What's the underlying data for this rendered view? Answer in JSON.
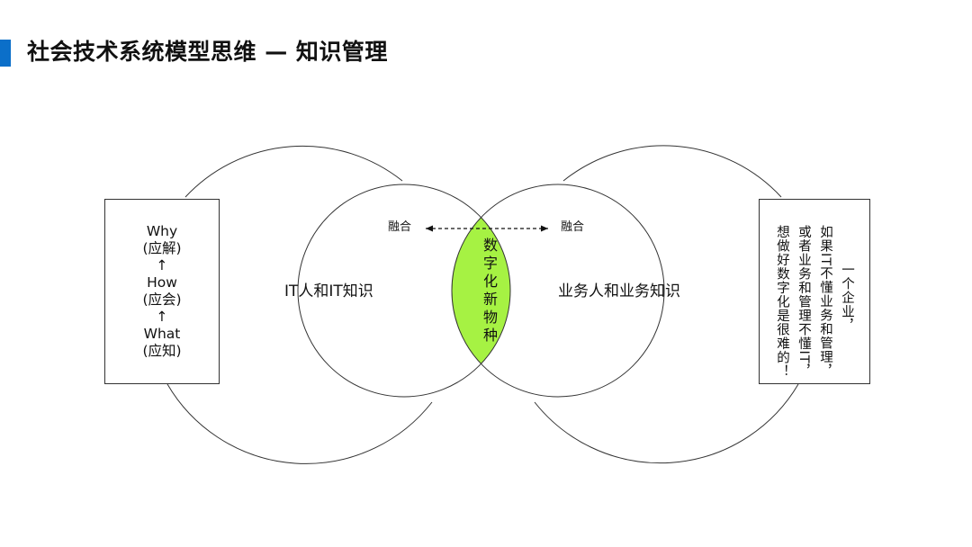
{
  "title": "社会技术系统模型思维 — 知识管理",
  "colors": {
    "accent_bar": "#0b6fc9",
    "intersection_fill": "#a6f243",
    "stroke": "#333333"
  },
  "left_box": {
    "lines": [
      "Why",
      "(应解)",
      "↑",
      "How",
      "(应会)",
      "↑",
      "What",
      "(应知)"
    ]
  },
  "circles": {
    "left_label": "IT人和IT知识",
    "right_label": "业务人和业务知识"
  },
  "fusion": {
    "left_label": "融合",
    "right_label": "融合"
  },
  "intersection_label": "数字化新物种",
  "right_box": {
    "columns": [
      "一个企业，",
      "如果IT不懂业务和管理，",
      "或者业务和管理不懂IT，",
      "想做好数字化是很难的！"
    ]
  }
}
